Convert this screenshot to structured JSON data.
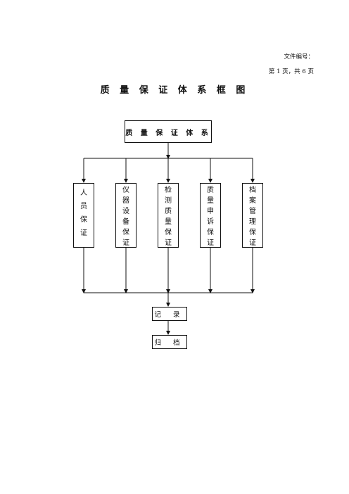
{
  "header": {
    "file_no_label": "文件编号：",
    "page_info": "第 1 页，共 6 页"
  },
  "title": "质 量 保 证 体 系 框 图",
  "diagram": {
    "top": "质 量 保 证 体 系",
    "branches": [
      [
        "人",
        "员",
        "保",
        "证"
      ],
      [
        "仪",
        "器",
        "设",
        "备",
        "保",
        "证"
      ],
      [
        "检",
        "测",
        "质",
        "量",
        "保",
        "证"
      ],
      [
        "质",
        "量",
        "申",
        "诉",
        "保",
        "证"
      ],
      [
        "档",
        "案",
        "管",
        "理",
        "保",
        "证"
      ]
    ],
    "record": "记 录",
    "archive": "归 档"
  }
}
